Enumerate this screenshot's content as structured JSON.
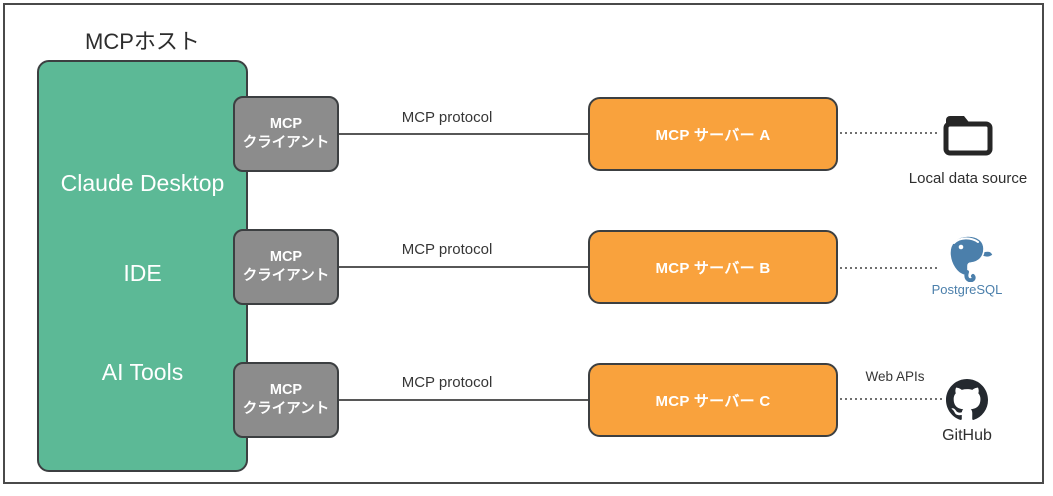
{
  "title": "MCPホスト",
  "host": {
    "items": [
      {
        "label": "Claude Desktop"
      },
      {
        "label": "IDE"
      },
      {
        "label": "AI Tools"
      }
    ]
  },
  "rows": [
    {
      "client": {
        "line1": "MCP",
        "line2": "クライアント"
      },
      "protocol_label": "MCP protocol",
      "server_label": "MCP サーバー A",
      "connection_label": "",
      "target": {
        "icon": "folder-icon",
        "label": "Local data source"
      }
    },
    {
      "client": {
        "line1": "MCP",
        "line2": "クライアント"
      },
      "protocol_label": "MCP protocol",
      "server_label": "MCP サーバー B",
      "connection_label": "",
      "target": {
        "icon": "postgresql-icon",
        "label": "PostgreSQL"
      }
    },
    {
      "client": {
        "line1": "MCP",
        "line2": "クライアント"
      },
      "protocol_label": "MCP protocol",
      "server_label": "MCP サーバー C",
      "connection_label": "Web APIs",
      "target": {
        "icon": "github-icon",
        "label": "GitHub"
      }
    }
  ],
  "colors": {
    "host_fill": "#5CB996",
    "client_fill": "#8C8C8C",
    "server_fill": "#F9A23D",
    "outline": "#3C3F41",
    "postgres_blue": "#4B7FAB",
    "github_dark": "#24292F"
  }
}
